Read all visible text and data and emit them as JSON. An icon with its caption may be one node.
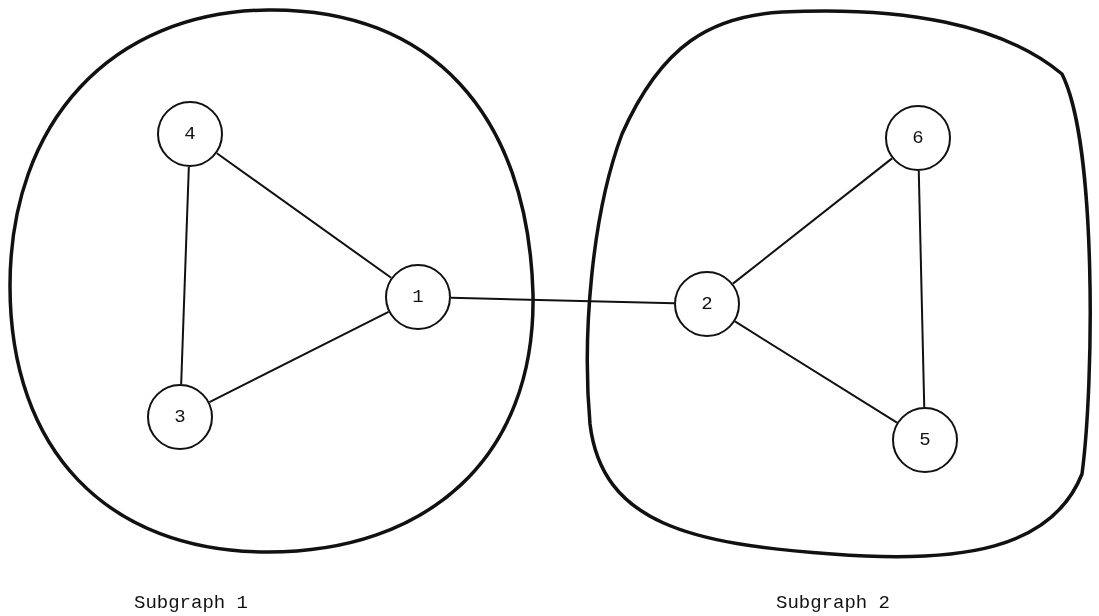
{
  "diagram": {
    "nodes": [
      {
        "text": [
          "Subgraph 1"
        ]
      },
      {
        "text": [
          "4"
        ],
        "in": 0
      },
      {
        "text": [
          "1"
        ],
        "in": 0
      },
      {
        "text": [
          "3"
        ],
        "in": 0
      },
      {
        "text": [
          "Subgraph 2"
        ]
      },
      {
        "text": [
          "6"
        ],
        "in": 4
      },
      {
        "text": [
          "2"
        ],
        "in": 4
      },
      {
        "text": [
          "5"
        ],
        "in": 4
      }
    ],
    "edges": [
      {
        "from": 1,
        "to": 2,
        "arrow": "none"
      },
      {
        "from": 1,
        "to": 3,
        "arrow": "none"
      },
      {
        "from": 3,
        "to": 2,
        "arrow": "none"
      },
      {
        "from": 2,
        "to": 6,
        "arrow": "none"
      },
      {
        "from": 6,
        "to": 5,
        "arrow": "none"
      },
      {
        "from": 6,
        "to": 7,
        "arrow": "none"
      },
      {
        "from": 5,
        "to": 7,
        "arrow": "none"
      }
    ]
  }
}
